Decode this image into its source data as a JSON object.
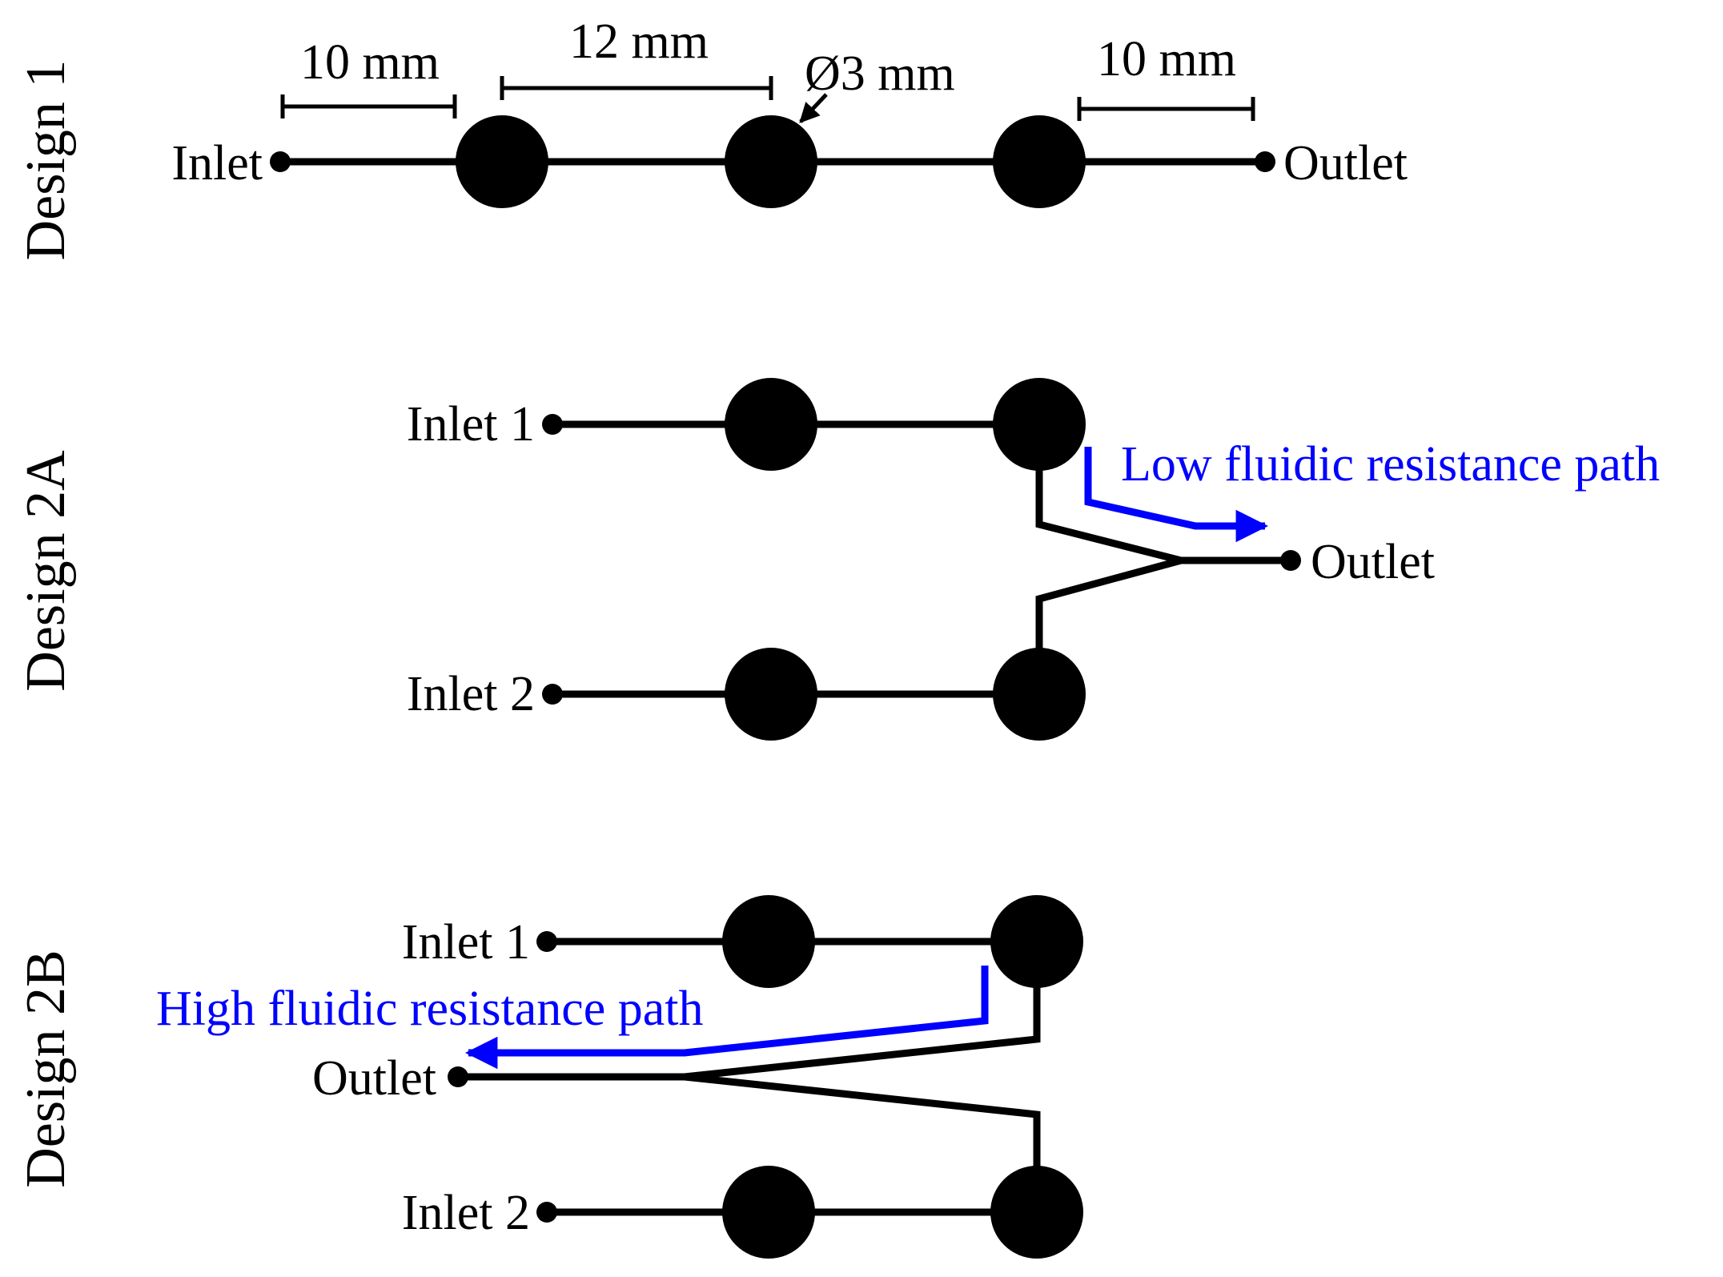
{
  "colors": {
    "ink": "#000000",
    "path_highlight": "#0000ff",
    "background": "#ffffff"
  },
  "design1": {
    "title": "Design 1",
    "inlet": "Inlet",
    "outlet": "Outlet",
    "dim_inlet_segment": "10 mm",
    "dim_chamber_spacing": "12 mm",
    "dim_diameter": "Ø3 mm",
    "dim_outlet_segment": "10 mm"
  },
  "design2a": {
    "title": "Design 2A",
    "inlet1": "Inlet 1",
    "inlet2": "Inlet 2",
    "outlet": "Outlet",
    "path_label": "Low fluidic resistance path"
  },
  "design2b": {
    "title": "Design 2B",
    "inlet1": "Inlet 1",
    "inlet2": "Inlet 2",
    "outlet": "Outlet",
    "path_label": "High fluidic resistance path"
  }
}
